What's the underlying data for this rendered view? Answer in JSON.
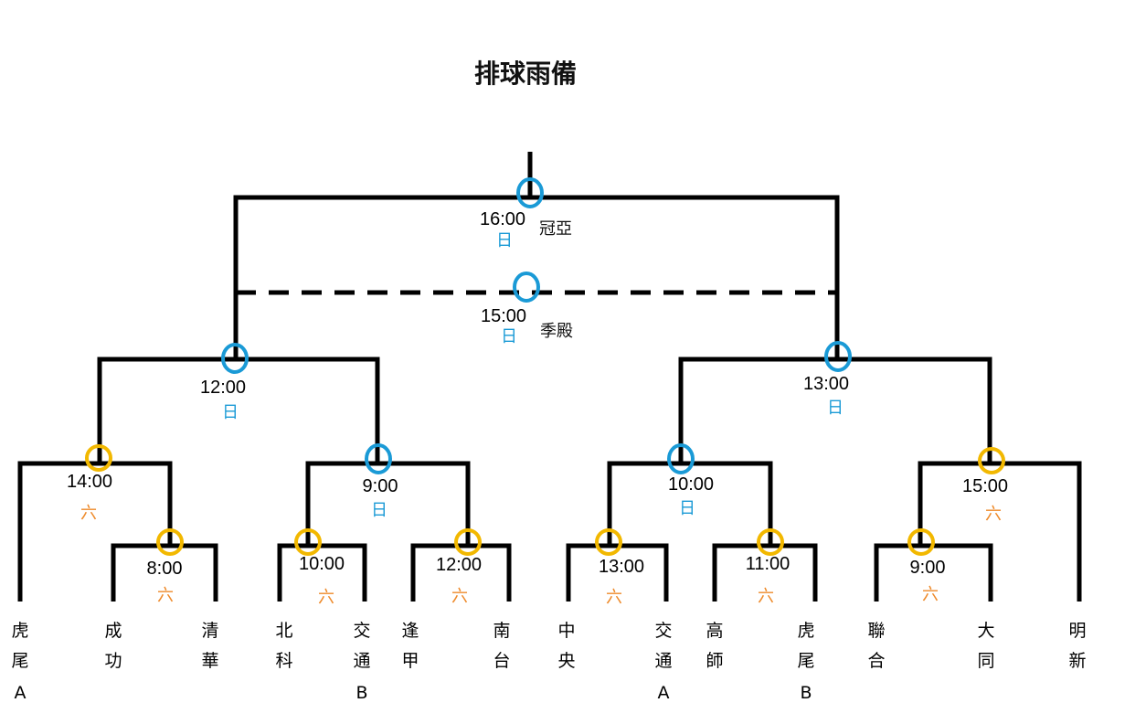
{
  "title": "排球雨備",
  "colors": {
    "line": "#000000",
    "sunday": "#1a9ad6",
    "saturday": "#ee8a2a",
    "ring_sunday": "#1a9ad6",
    "ring_saturday": "#f2b800"
  },
  "matches": [
    {
      "id": "final",
      "time": "16:00",
      "day": "日",
      "label": "冠亞"
    },
    {
      "id": "third",
      "time": "15:00",
      "day": "日",
      "label": "季殿"
    },
    {
      "id": "semi-left",
      "time": "12:00",
      "day": "日"
    },
    {
      "id": "semi-right",
      "time": "13:00",
      "day": "日"
    },
    {
      "id": "qf-1",
      "time": "14:00",
      "day": "六"
    },
    {
      "id": "qf-2",
      "time": "9:00",
      "day": "日"
    },
    {
      "id": "qf-3",
      "time": "10:00",
      "day": "日"
    },
    {
      "id": "qf-4",
      "time": "15:00",
      "day": "六"
    },
    {
      "id": "r1-1",
      "time": "8:00",
      "day": "六"
    },
    {
      "id": "r1-2",
      "time": "10:00",
      "day": "六"
    },
    {
      "id": "r1-3",
      "time": "12:00",
      "day": "六"
    },
    {
      "id": "r1-4",
      "time": "13:00",
      "day": "六"
    },
    {
      "id": "r1-5",
      "time": "11:00",
      "day": "六"
    },
    {
      "id": "r1-6",
      "time": "9:00",
      "day": "六"
    }
  ],
  "teams": [
    {
      "id": "huwei-a",
      "lines": [
        "虎",
        "尾",
        "A"
      ]
    },
    {
      "id": "chenggong",
      "lines": [
        "成",
        "功"
      ]
    },
    {
      "id": "qinghua",
      "lines": [
        "清",
        "華"
      ]
    },
    {
      "id": "beike",
      "lines": [
        "北",
        "科"
      ]
    },
    {
      "id": "jiaotong-b",
      "lines": [
        "交",
        "通",
        "B"
      ]
    },
    {
      "id": "fengjia",
      "lines": [
        "逢",
        "甲"
      ]
    },
    {
      "id": "nantai",
      "lines": [
        "南",
        "台"
      ]
    },
    {
      "id": "zhongyang",
      "lines": [
        "中",
        "央"
      ]
    },
    {
      "id": "jiaotong-a",
      "lines": [
        "交",
        "通",
        "A"
      ]
    },
    {
      "id": "gaoshi",
      "lines": [
        "高",
        "師"
      ]
    },
    {
      "id": "huwei-b",
      "lines": [
        "虎",
        "尾",
        "B"
      ]
    },
    {
      "id": "lianhe",
      "lines": [
        "聯",
        "合"
      ]
    },
    {
      "id": "datong",
      "lines": [
        "大",
        "同"
      ]
    },
    {
      "id": "mingxin",
      "lines": [
        "明",
        "新"
      ]
    }
  ]
}
